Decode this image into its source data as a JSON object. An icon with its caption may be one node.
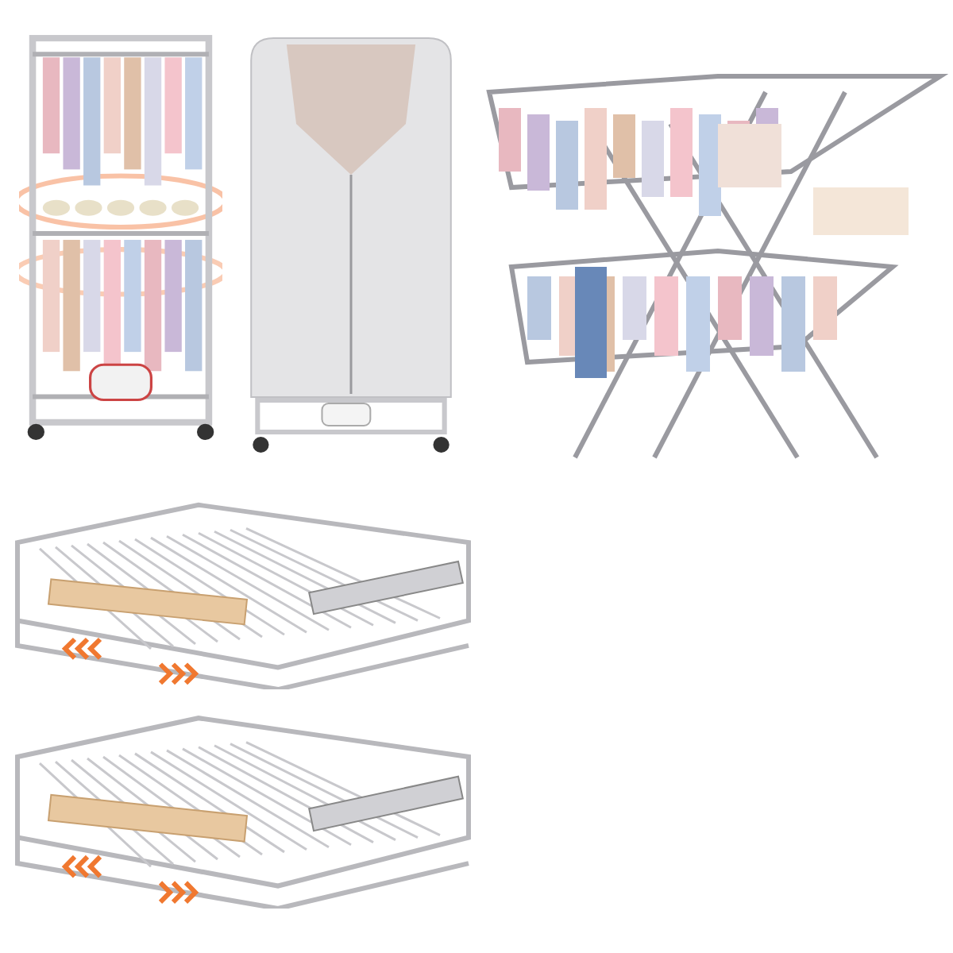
{
  "diagram": {
    "nodes": [
      {
        "text": [],
        "shape": "picture"
      },
      {
        "text": [],
        "shape": "picture"
      },
      {
        "text": [],
        "shape": "picture"
      },
      {
        "text": [],
        "shape": "picture"
      },
      {
        "text": [],
        "shape": "picture"
      }
    ]
  }
}
